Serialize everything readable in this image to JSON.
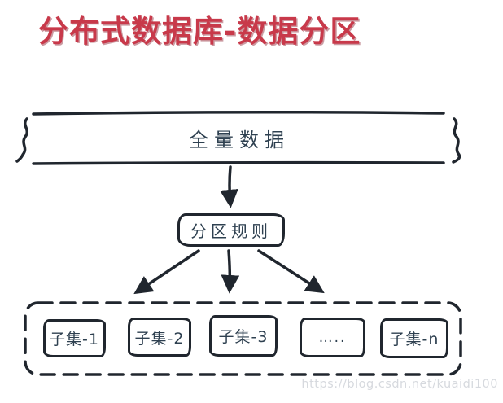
{
  "title": "分布式数据库-数据分区",
  "colors": {
    "title_red": "#c8394a",
    "ink": "#20262e",
    "label_navy": "#2e4050",
    "watermark_gray": "#d6d9de",
    "background": "#ffffff"
  },
  "nodes": {
    "full_data": "全量数据",
    "partition_rule": "分区规则",
    "subsets": [
      {
        "label": "子集-1"
      },
      {
        "label": "子集-2"
      },
      {
        "label": "子集-3"
      },
      {
        "label": "….."
      },
      {
        "label": "子集-n"
      }
    ]
  },
  "edges": [
    {
      "from": "full_data",
      "to": "partition_rule"
    },
    {
      "from": "partition_rule",
      "to": "subset-1"
    },
    {
      "from": "partition_rule",
      "to": "subset-2"
    },
    {
      "from": "partition_rule",
      "to": "subset-3"
    }
  ],
  "watermark": "https://blog.csdn.net/kuaidi100"
}
